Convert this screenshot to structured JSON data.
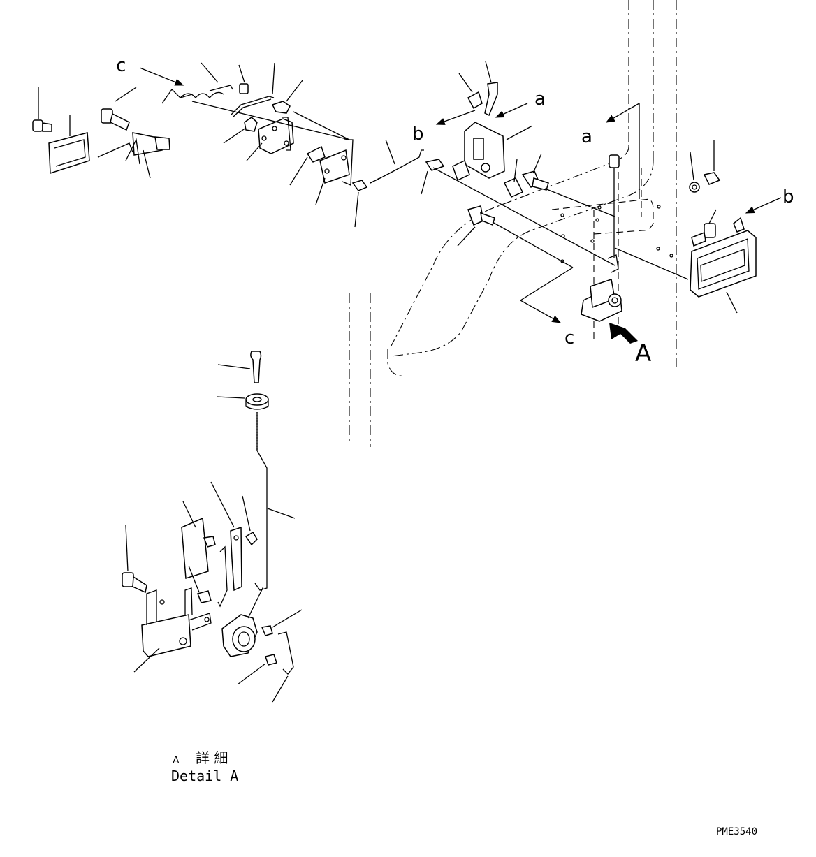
{
  "view_labels": {
    "a_left": "a",
    "a_right": "a",
    "b_left": "b",
    "b_right": "b",
    "c_left": "c",
    "c_right": "c",
    "view_A": "A"
  },
  "detail_caption": {
    "marker": "A",
    "japanese": "詳 細",
    "english": "Detail A"
  },
  "drawing_number": "PME3540"
}
